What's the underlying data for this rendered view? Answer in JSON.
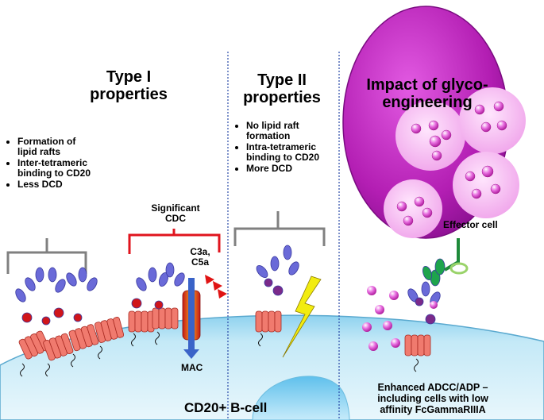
{
  "sections": {
    "type1": {
      "title_line1": "Type I",
      "title_line2": "properties",
      "bullets": [
        "Formation of lipid rafts",
        "Inter-tetrameric binding to CD20",
        "Less DCD"
      ]
    },
    "type2": {
      "title_line1": "Type II",
      "title_line2": "properties",
      "bullets": [
        "No lipid raft formation",
        "Intra-tetrameric binding to CD20",
        "More DCD"
      ]
    },
    "glyco": {
      "title_line1": "Impact of glyco-",
      "title_line2": "engineering",
      "effector_label": "Effector cell",
      "result_line1": "Enhanced ADCC/ADP –",
      "result_line2": "including cells with low",
      "result_line3": "affinity FcGammaRIIIA"
    }
  },
  "labels": {
    "cdc_line1": "Significant",
    "cdc_line2": "CDC",
    "c3a": "C3a,",
    "c5a": "C5a",
    "mac": "MAC",
    "cell": "CD20+ B-cell"
  },
  "colors": {
    "effector_cell": "#b31eb3",
    "granule": "#f4b8f0",
    "cdc_bracket": "#e0141e",
    "bracket": "#808080",
    "membrane": "#b9e3f4",
    "cd20": "#f07a6e",
    "antibody_arm": "#6a6ad8",
    "lightning": "#f2ec10"
  }
}
